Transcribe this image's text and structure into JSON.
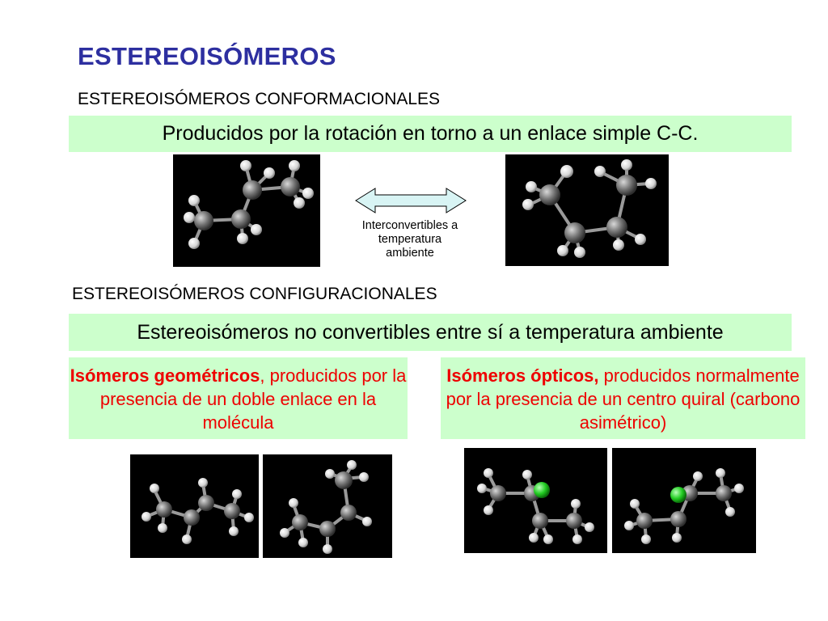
{
  "title": "ESTEREOISÓMEROS",
  "conformational": {
    "heading": "ESTEREOISÓMEROS CONFORMACIONALES",
    "description": "Producidos por la rotación en torno a un enlace simple C-C.",
    "arrow_caption_lines": [
      "Interconvertibles a",
      "temperatura",
      "ambiente"
    ]
  },
  "configurational": {
    "heading": "ESTEREOISÓMEROS CONFIGURACIONALES",
    "description": "Estereoisómeros no convertibles entre sí a temperatura ambiente",
    "geometric": {
      "bold": "Isómeros geométricos",
      "rest": ", producidos por la presencia de un doble enlace en la molécula"
    },
    "optical": {
      "bold": "Isómeros ópticos,",
      "rest": " producidos normalmente por la presencia de un centro quiral (carbono asimétrico)"
    }
  },
  "colors": {
    "title": "#2d2fa0",
    "box_fill": "#ccffcc",
    "accent_red": "#ee0000",
    "arrow_fill": "#d8f4f4",
    "carbon": "#6e6e6e",
    "hydrogen": "#e8e8e8",
    "chlorine": "#22cc22"
  }
}
